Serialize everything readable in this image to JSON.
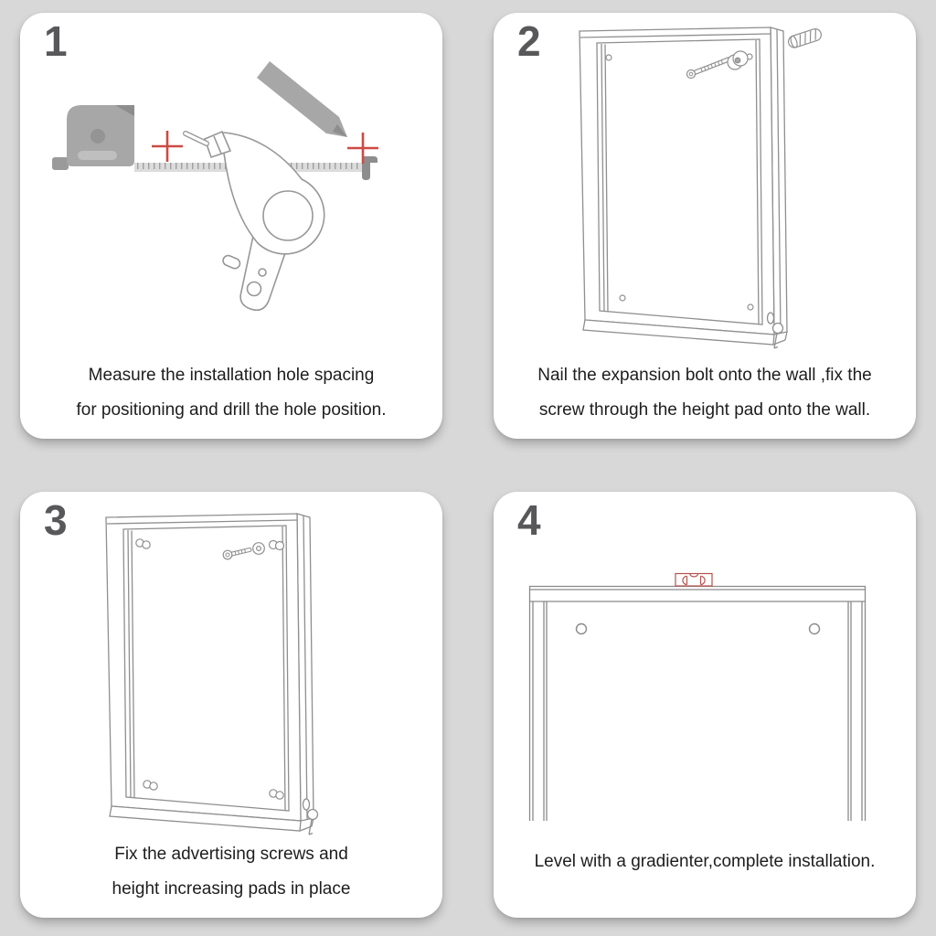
{
  "colors": {
    "background": "#d8d8d8",
    "panel": "#ffffff",
    "step_number": "#58585a",
    "caption_text": "#1d1d1d",
    "line_art": "#8f8f8f",
    "tool_gray": "#a7a7a7",
    "tool_gray_dark": "#8d8d8d",
    "accent_red": "#ce4a43",
    "level_red": "#b5524e"
  },
  "steps": [
    {
      "number": "1",
      "lines": [
        "Measure the installation hole spacing",
        "for positioning and drill the hole position."
      ],
      "icons": [
        "tape-measure-icon",
        "tape-ruler-icon",
        "drill-icon",
        "marker-pen-icon",
        "drill-mark-left-icon",
        "drill-mark-right-icon"
      ]
    },
    {
      "number": "2",
      "lines": [
        "Nail the expansion bolt onto the wall ,fix the",
        "screw through the height pad onto the wall."
      ],
      "icons": [
        "frame-back-icon",
        "mounting-hole-icon",
        "screw-icon",
        "height-pad-icon",
        "expansion-bolt-icon",
        "lock-key-icon"
      ]
    },
    {
      "number": "3",
      "lines": [
        "Fix the advertising screws and",
        "height increasing pads in place"
      ],
      "icons": [
        "frame-back-icon",
        "corner-screw-icon",
        "screw-icon",
        "washer-icon",
        "height-pad-icon",
        "lock-key-icon"
      ]
    },
    {
      "number": "4",
      "lines": [
        "Level with a gradienter,complete installation."
      ],
      "icons": [
        "frame-front-icon",
        "mounting-hole-icon",
        "spirit-level-icon"
      ]
    }
  ]
}
